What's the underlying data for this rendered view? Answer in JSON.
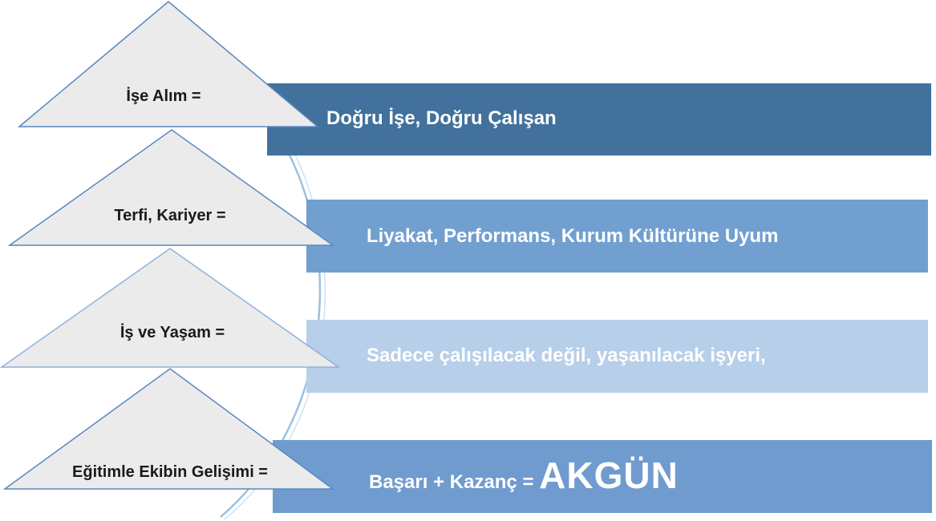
{
  "levels": [
    {
      "label": "İşe Alım =",
      "description": "Doğru İşe, Doğru Çalışan",
      "bar_color": "#41719c"
    },
    {
      "label": "Terfi, Kariyer =",
      "description": "Liyakat, Performans, Kurum Kültürüne Uyum",
      "bar_color": "#71a0d0"
    },
    {
      "label": "İş ve Yaşam =",
      "description": "Sadece çalışılacak değil, yaşanılacak işyeri,",
      "bar_color": "#b8cfe9"
    },
    {
      "label": "Eğitimle Ekibin Gelişimi =",
      "description": "Başarı + Kazanç  =",
      "highlight": "AKGÜN",
      "bar_color": "#6f9bcf"
    }
  ],
  "colors": {
    "triangle_fill": "#ebebeb",
    "triangle_stroke": "#5b87c0",
    "arc_stroke": "#9cc0e2"
  }
}
